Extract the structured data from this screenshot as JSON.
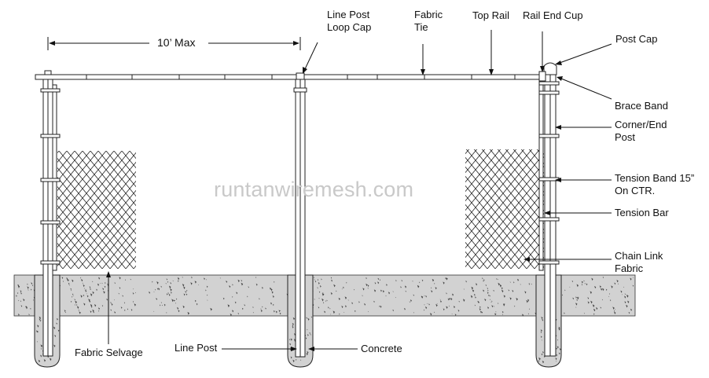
{
  "labels": {
    "max_span": "10’ Max",
    "line_post_loop_cap": [
      "Line Post",
      "Loop Cap"
    ],
    "fabric_tie": [
      "Fabric",
      "Tie"
    ],
    "top_rail": "Top Rail",
    "rail_end_cup": "Rail End Cup",
    "post_cap": "Post Cap",
    "brace_band": "Brace Band",
    "corner_end_post": [
      "Corner/End",
      "Post"
    ],
    "tension_band": [
      "Tension Band 15”",
      "On CTR."
    ],
    "tension_bar": "Tension Bar",
    "chain_link_fabric": [
      "Chain Link",
      "Fabric"
    ],
    "fabric_selvage": "Fabric Selvage",
    "line_post": "Line Post",
    "concrete": "Concrete"
  },
  "watermark": "runtanwiremesh.com",
  "colors": {
    "line": "#1a1a1a",
    "ground": "#cfcfcf",
    "ground_speck": "#444444",
    "watermark": "#c9c9c9"
  }
}
